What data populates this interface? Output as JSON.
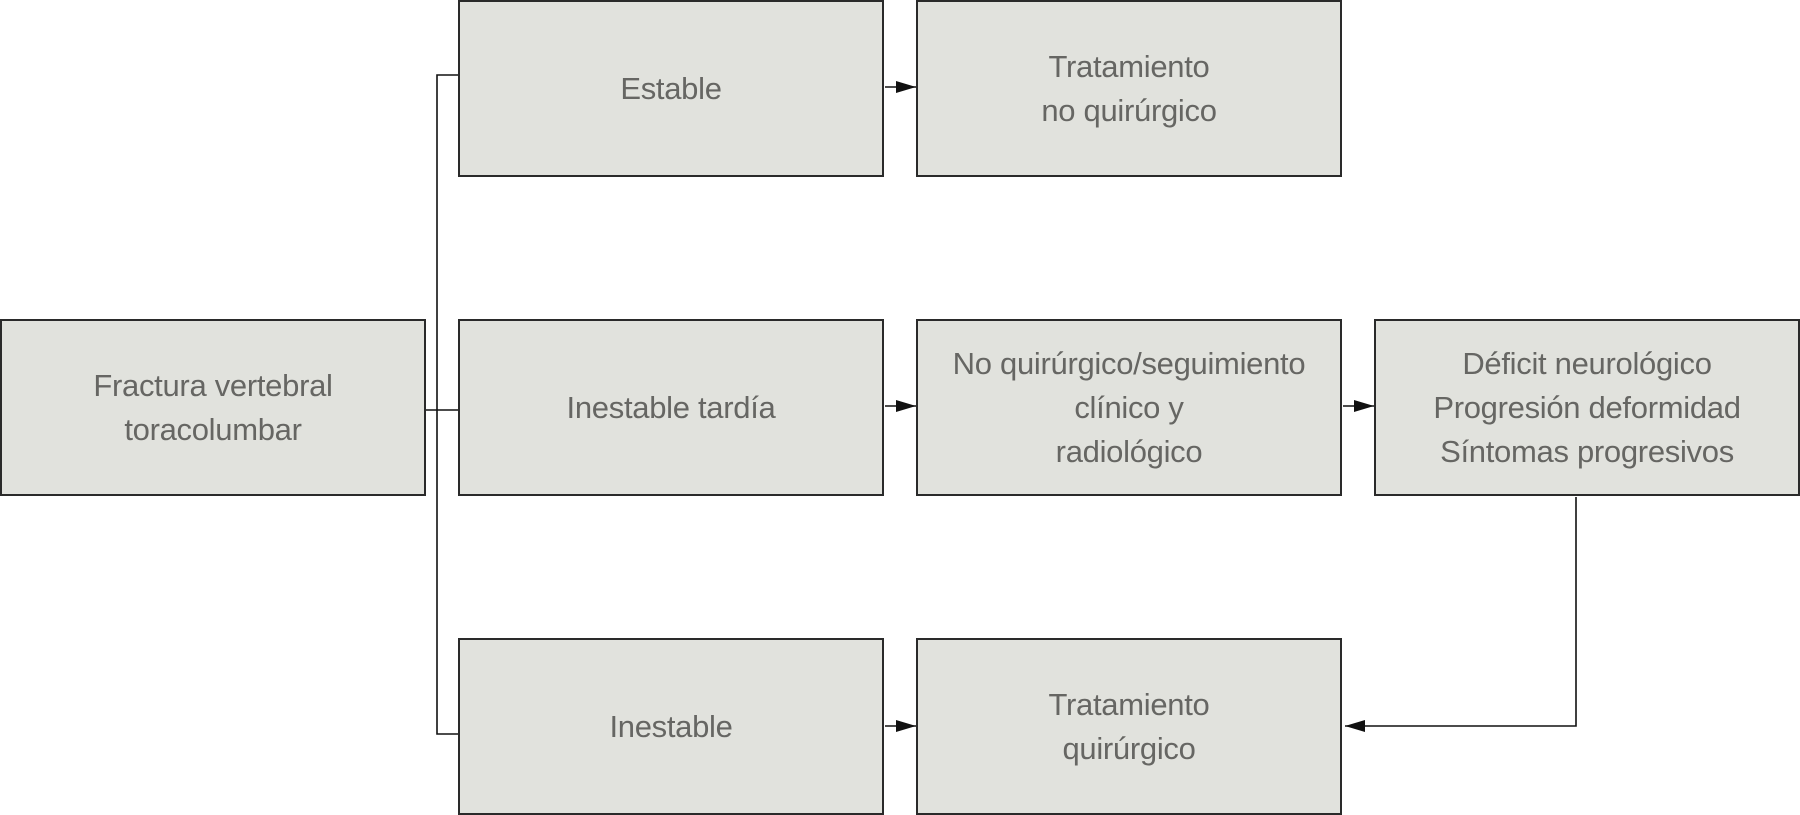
{
  "nodes": {
    "root": {
      "lines": [
        "Fractura vertebral",
        "toracolumbar"
      ]
    },
    "estable": {
      "lines": [
        "Estable"
      ]
    },
    "tratamiento_no_quirurgico": {
      "lines": [
        "Tratamiento",
        "no quirúrgico"
      ]
    },
    "inestable_tardia": {
      "lines": [
        "Inestable tardía"
      ]
    },
    "seguimiento": {
      "lines": [
        "No quirúrgico/seguimiento",
        "clínico y",
        "radiológico"
      ]
    },
    "criterios": {
      "lines": [
        "Déficit neurológico",
        "Progresión deformidad",
        "Síntomas progresivos"
      ]
    },
    "inestable": {
      "lines": [
        "Inestable"
      ]
    },
    "tratamiento_quirurgico": {
      "lines": [
        "Tratamiento",
        "quirúrgico"
      ]
    }
  },
  "colors": {
    "box_fill": "#e1e2dd",
    "box_border": "#2a2a2a",
    "text": "#666663",
    "line": "#111111"
  }
}
